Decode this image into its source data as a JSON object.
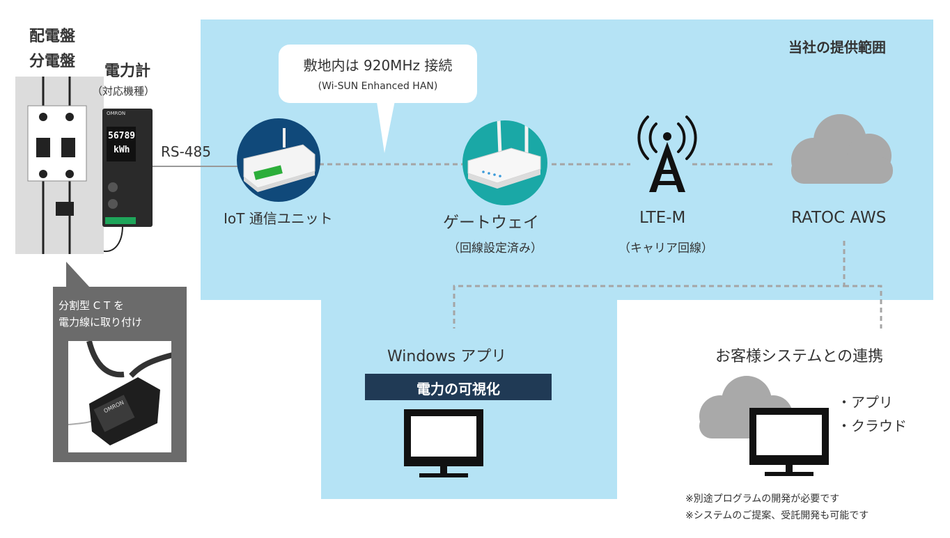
{
  "colors": {
    "service_area": "#b5e3f5",
    "dark_blue": "#10497a",
    "teal": "#1aa8a6",
    "navy_banner": "#203a55",
    "callout_gray": "#6b6b6b",
    "cloud_gray": "#a9a9a9",
    "dash_gray": "#a5a5a5",
    "text": "#333333"
  },
  "panel": {
    "title_line1": "配電盤",
    "title_line2": "分電盤"
  },
  "meter": {
    "title": "電力計",
    "subtitle": "（対応機種）",
    "display_digits": "56789",
    "display_unit": "kWh",
    "brand": "OMRON"
  },
  "link_rs485": "RS-485",
  "service_scope_label": "当社の提供範囲",
  "speech_bubble": {
    "line1": "敷地内は 920MHz 接続",
    "line2": "(Wi-SUN Enhanced HAN)"
  },
  "nodes": {
    "iot_unit": {
      "label": "IoT 通信ユニット",
      "icon": "iot-unit-device-icon"
    },
    "gateway": {
      "label": "ゲートウェイ",
      "sublabel": "（回線設定済み）",
      "icon": "router-icon"
    },
    "lte": {
      "label": "LTE-M",
      "sublabel": "（キャリア回線）",
      "icon": "radio-tower-icon"
    },
    "aws": {
      "label": "RATOC AWS",
      "icon": "cloud-icon"
    }
  },
  "ct_callout": {
    "line1": "分割型 C T を",
    "line2": "電力線に取り付け",
    "ct_text": "OMRON"
  },
  "windows_app": {
    "title": "Windows アプリ",
    "banner": "電力の可視化",
    "icon": "monitor-icon"
  },
  "customer": {
    "title": "お客様システムとの連携",
    "bullets": [
      "・アプリ",
      "・クラウド"
    ],
    "icons": [
      "cloud-icon",
      "monitor-icon"
    ]
  },
  "notes": [
    "※別途プログラムの開発が必要です",
    "※システムのご提案、受託開発も可能です"
  ]
}
